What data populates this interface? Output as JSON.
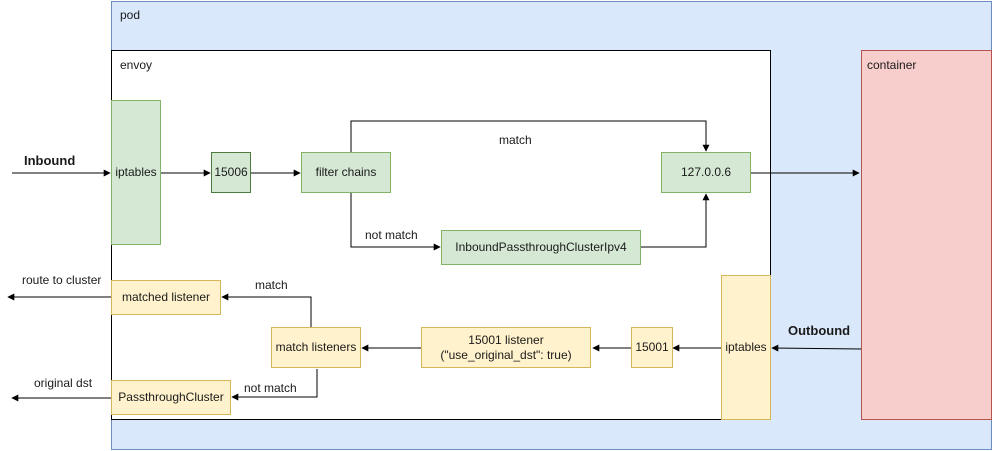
{
  "colors": {
    "pod_fill": "#dae8fc",
    "pod_stroke": "#6c8ebf",
    "container_fill": "#f8cecc",
    "container_stroke": "#b85450",
    "green_fill": "#d5e8d4",
    "green_stroke": "#82b366",
    "yellow_fill": "#fff2cc",
    "yellow_stroke": "#d6b656"
  },
  "containers": {
    "pod": "pod",
    "envoy": "envoy",
    "container": "container"
  },
  "nodes": {
    "iptables_in": "iptables",
    "port_15006": "15006",
    "filter_chains": "filter chains",
    "ip_127": "127.0.0.6",
    "inbound_passthrough": "InboundPassthroughClusterIpv4",
    "iptables_out": "iptables",
    "port_15001": "15001",
    "listener_15001_line1": "15001 listener",
    "listener_15001_line2": "(\"use_original_dst\": true)",
    "match_listeners": "match listeners",
    "matched_listener": "matched listener",
    "passthrough_cluster": "PassthroughCluster"
  },
  "labels": {
    "inbound": "Inbound",
    "outbound": "Outbound",
    "match_top": "match",
    "not_match_top": "not match",
    "match_bottom": "match",
    "not_match_bottom": "not match",
    "route_to_cluster": "route to cluster",
    "original_dst": "original dst"
  }
}
